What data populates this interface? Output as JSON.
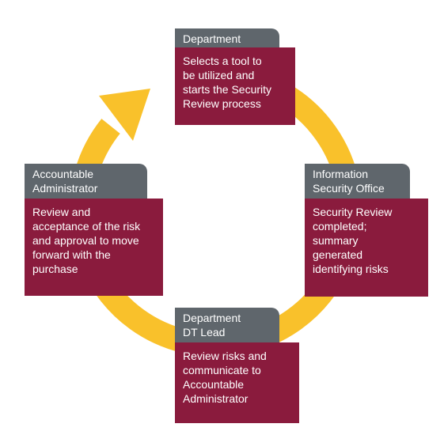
{
  "diagram": {
    "colors": {
      "cycle_arrow": "#f9c12b",
      "tab": "#5f666c",
      "box": "#8a1b3d",
      "text": "#ffffff"
    },
    "steps": [
      {
        "id": "top",
        "role": "Department",
        "description": "Selects a tool to\nbe utilized and\nstarts the Security\nReview process"
      },
      {
        "id": "right",
        "role": "Information\nSecurity Office",
        "description": "Security Review\ncompleted;\nsummary\ngenerated\nidentifying risks"
      },
      {
        "id": "bottom",
        "role": "Department\nDT Lead",
        "description": "Review risks and\ncommunicate to\nAccountable\nAdministrator"
      },
      {
        "id": "left",
        "role": "Accountable\nAdministrator",
        "description": "Review and\nacceptance of the risk\nand approval to move\nforward with the\npurchase"
      }
    ]
  }
}
